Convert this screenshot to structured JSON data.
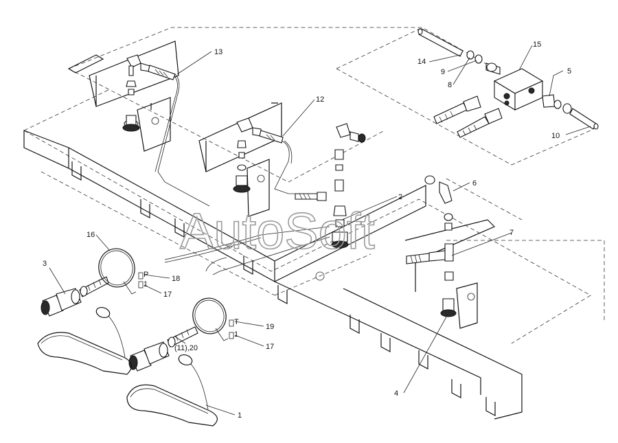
{
  "watermark": "AutoSoft",
  "callouts": {
    "c1": "1",
    "c2": "2",
    "c3": "3",
    "c4": "4",
    "c5": "5",
    "c6": "6",
    "c7": "7",
    "c8": "8",
    "c9": "9",
    "c10": "10",
    "c12": "12",
    "c13": "13",
    "c14": "14",
    "c15": "15",
    "c16": "16",
    "c17a": "17",
    "c17b": "17",
    "c18": "18",
    "c19": "19",
    "c20": "(11),20"
  },
  "tags": {
    "p": "P",
    "one_a": "1",
    "t": "T",
    "one_b": "1"
  }
}
